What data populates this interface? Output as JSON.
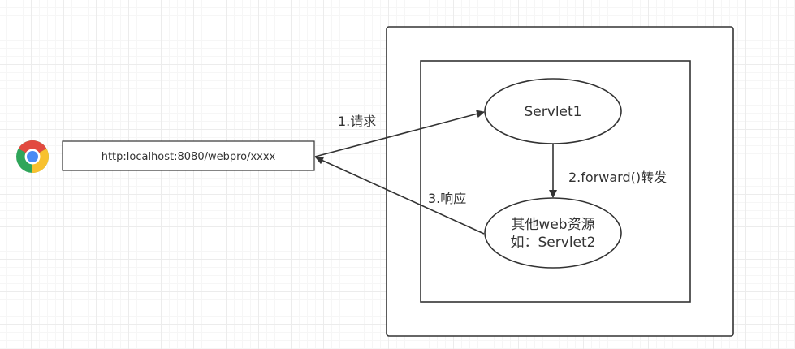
{
  "browser": {
    "icon": "chrome-browser-icon",
    "url_text": "http:localhost:8080/webpro/xxxx"
  },
  "server": {
    "servlet1_label": "Servlet1",
    "resource_label_line1": "其他web资源",
    "resource_label_line2": "如：Servlet2"
  },
  "arrows": {
    "request_label": "1.请求",
    "forward_label": "2.forward()转发",
    "response_label": "3.响应"
  },
  "colors": {
    "line": "#333333",
    "chrome_red": "#e24a3f",
    "chrome_yellow": "#f8c12f",
    "chrome_green": "#2fa55a",
    "chrome_blue": "#4a8bf4"
  }
}
